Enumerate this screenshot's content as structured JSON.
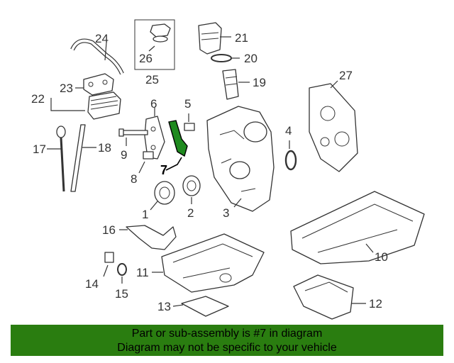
{
  "diagram": {
    "highlighted_part": "7",
    "labels": {
      "p1": "1",
      "p2": "2",
      "p3": "3",
      "p4": "4",
      "p5": "5",
      "p6": "6",
      "p7": "7",
      "p8": "8",
      "p9": "9",
      "p10": "10",
      "p11": "11",
      "p12": "12",
      "p13": "13",
      "p14": "14",
      "p15": "15",
      "p16": "16",
      "p17": "17",
      "p18": "18",
      "p19": "19",
      "p20": "20",
      "p21": "21",
      "p22": "22",
      "p23": "23",
      "p24": "24",
      "p25": "25",
      "p26": "26",
      "p27": "27"
    }
  },
  "banner": {
    "line1": "Part or sub-assembly is #7 in diagram",
    "line2": "Diagram may not be specific to your vehicle"
  },
  "colors": {
    "highlight": "#1f8a1f",
    "banner": "#2a7d10",
    "lines": "#333333"
  }
}
